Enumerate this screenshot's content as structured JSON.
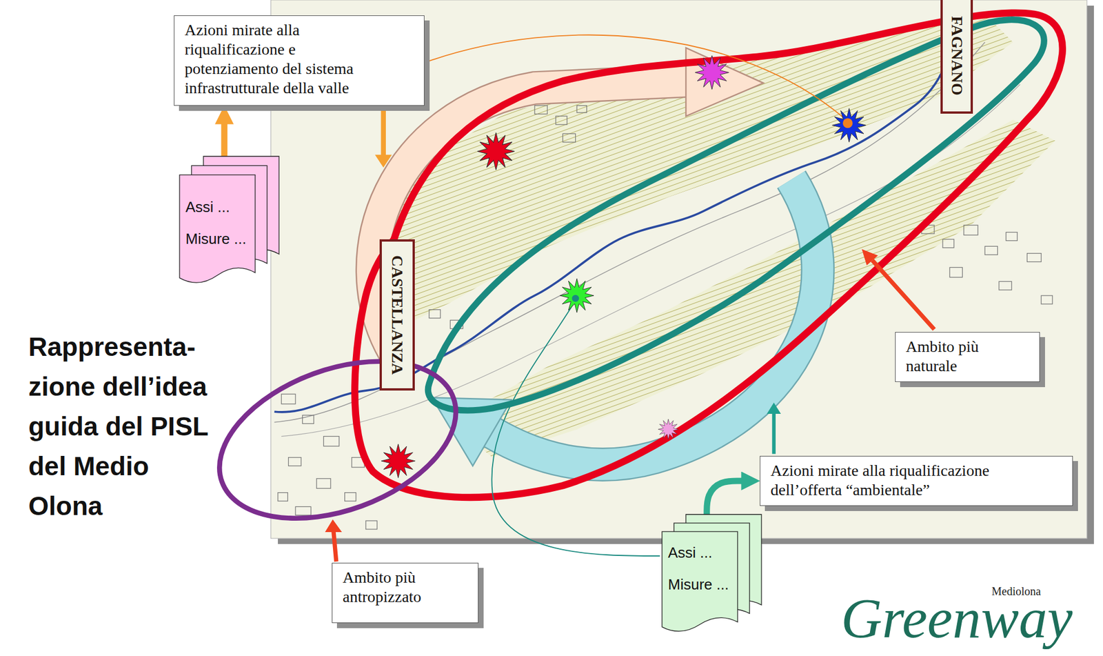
{
  "diagram": {
    "title": "Rappresenta- zione dell’idea guida del PISL del Medio Olona",
    "nodes": [
      {
        "text": [
          "Azioni mirate alla riqualificazione e potenziamento del sistema infrastrutturale della valle"
        ]
      },
      {
        "text": [
          "Assi ...",
          "Misure ..."
        ]
      },
      {
        "text": [
          "CASTELLANZA"
        ]
      },
      {
        "text": [
          "FAGNANO"
        ]
      },
      {
        "text": [
          "Ambito più naturale"
        ]
      },
      {
        "text": [
          "Azioni mirate alla riqualificazione dell’offerta “ambientale”"
        ]
      },
      {
        "text": [
          "Assi ...",
          "Misure ..."
        ]
      },
      {
        "text": [
          "Ambito più antropizzato"
        ]
      }
    ],
    "edges": [
      {
        "from": 1,
        "to": 0,
        "arrow": "to"
      },
      {
        "from": 6,
        "to": 5,
        "arrow": "to"
      }
    ],
    "labels": [
      "Mediolona",
      "Greenway"
    ]
  }
}
